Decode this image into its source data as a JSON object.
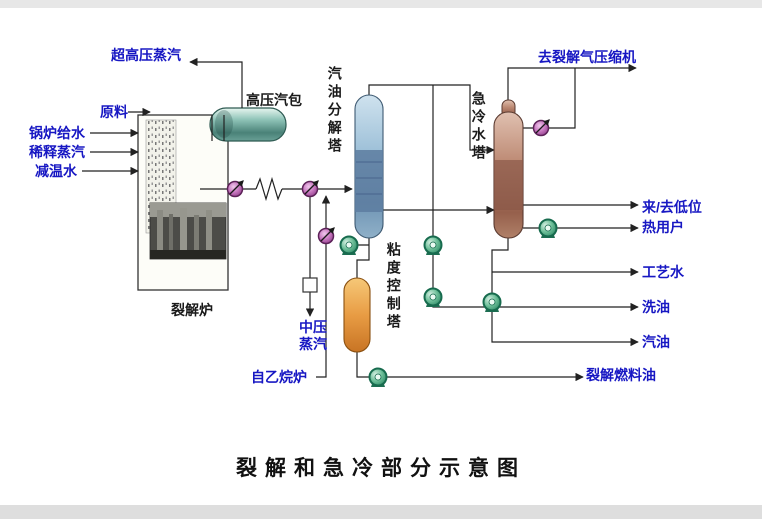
{
  "title": "裂解和急冷部分示意图",
  "colors": {
    "label_blue": "#1717c3",
    "label_black": "#1a1a1a",
    "drum_teal": "#5d988e",
    "gasoline_tower_blue": "#8fb4d0",
    "quench_tower_brown": "#b07a62",
    "viscosity_tower_orange": "#e89c44",
    "pump_green": "#2d8a66",
    "valve_magenta": "#b15aaa",
    "line_black": "#222222"
  },
  "equipment": {
    "cracking_furnace": "裂解炉",
    "hp_steam_drum": "高压汽包",
    "gasoline_fractionator": "汽油分解塔",
    "quench_water_tower": "急冷水塔",
    "viscosity_control_tower": "粘度控制塔"
  },
  "streams": {
    "uhp_steam": "超高压蒸汽",
    "feed": "原料",
    "boiler_feed_water": "锅炉给水",
    "dilution_steam": "稀释蒸汽",
    "desuperheat_water": "减温水",
    "to_cracked_gas_compressor": "去裂解气压缩机",
    "heat_users": "来/去低位热用户",
    "process_water": "工艺水",
    "wash_oil": "洗油",
    "gasoline": "汽油",
    "cracked_fuel_oil": "裂解燃料油",
    "mp_steam": "中压蒸汽",
    "from_ethane_furnace": "自乙烷炉"
  }
}
